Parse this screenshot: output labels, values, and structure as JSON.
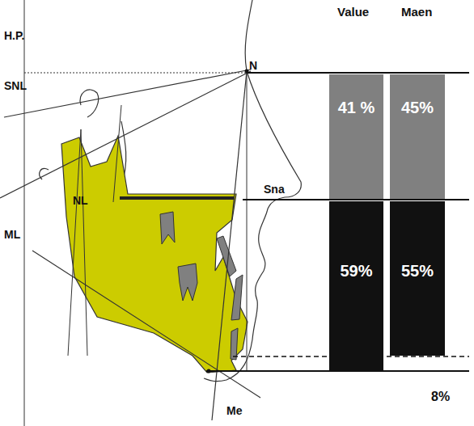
{
  "diagram": {
    "nodes": [
      {
        "text": [
          "41 %"
        ]
      },
      {
        "text": [
          "45%"
        ]
      },
      {
        "text": [
          "59%"
        ]
      },
      {
        "text": [
          "55%"
        ]
      }
    ],
    "labels": [
      "H.P.",
      "SNL",
      "NL",
      "ML",
      "N",
      "Sna",
      "Me",
      "Value",
      "Maen",
      "8%"
    ]
  }
}
